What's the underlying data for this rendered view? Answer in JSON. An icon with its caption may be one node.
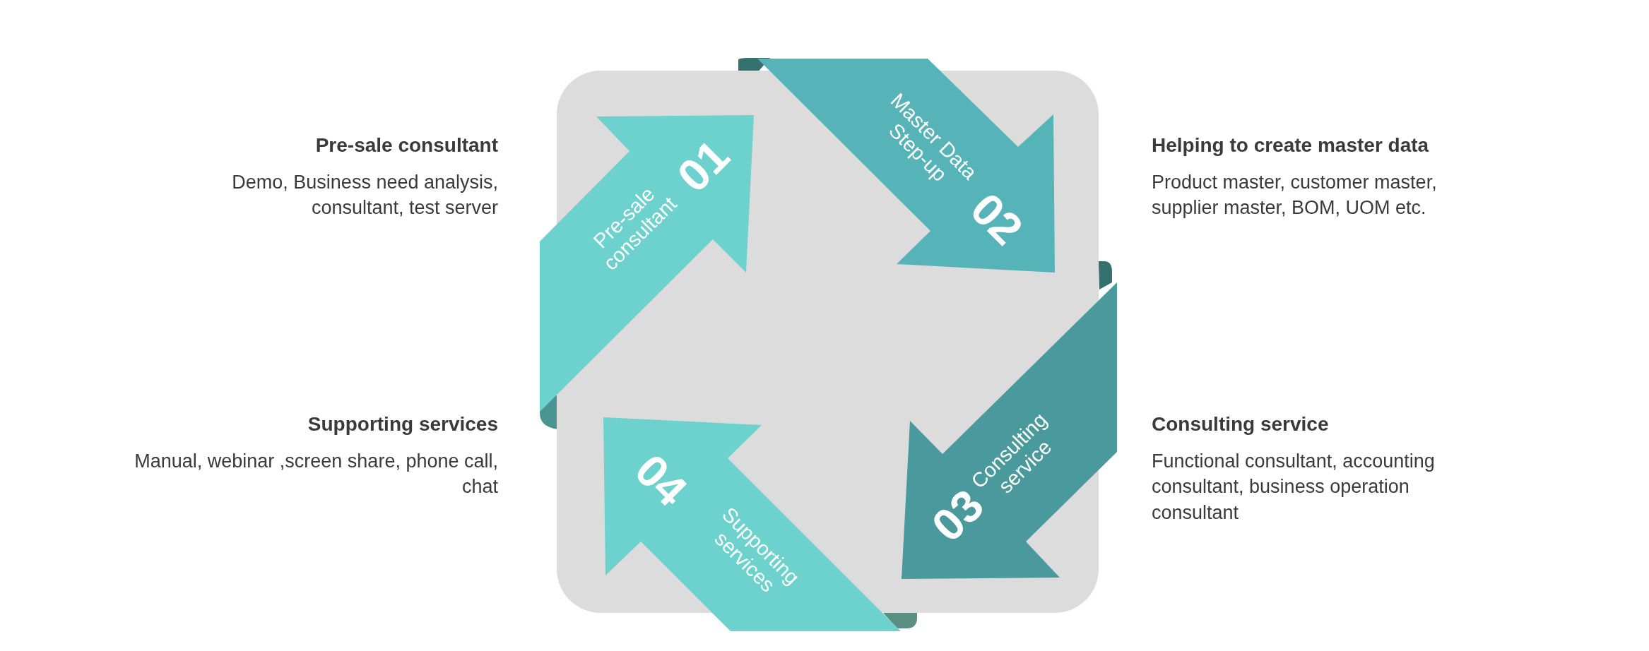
{
  "diagram": {
    "nodes": [
      {
        "text": [
          "01",
          "Pre-sale consultant"
        ],
        "beside": [
          "Pre-sale consultant",
          "Demo, Business need analysis, consultant, test server"
        ]
      },
      {
        "text": [
          "Master Data Step-up",
          "02"
        ],
        "beside": [
          "Helping to create master data",
          "Product master, customer master, supplier master, BOM, UOM etc."
        ]
      },
      {
        "text": [
          "Consulting service",
          "03"
        ],
        "beside": [
          "Consulting service",
          "Functional consultant, accounting consultant, business operation consultant"
        ]
      },
      {
        "text": [
          "04",
          "Supporting services"
        ],
        "beside": [
          "Supporting services",
          "Manual, webinar ,screen share, phone call, chat"
        ]
      }
    ]
  }
}
